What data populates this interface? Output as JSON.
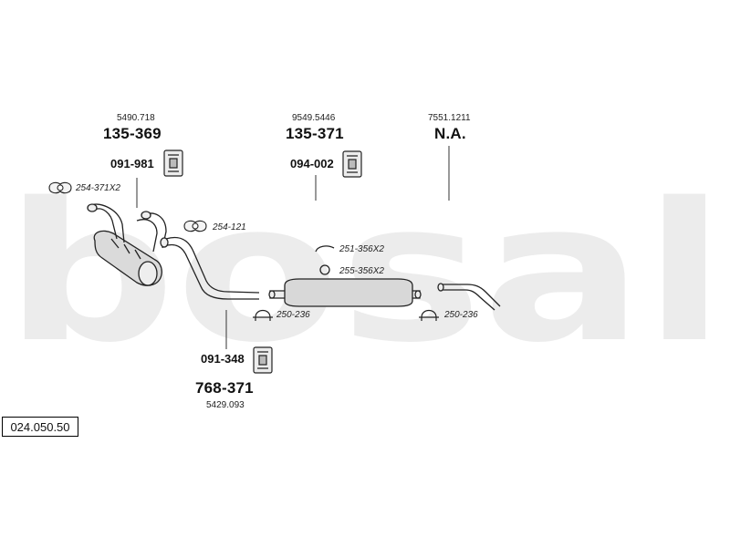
{
  "watermark": "bosal",
  "diagram_code": "024.050.50",
  "callouts": {
    "front": {
      "ref": "5490.718",
      "part": "135-369",
      "mount": "091-981"
    },
    "middle": {
      "ref": "9549.5446",
      "part": "135-371",
      "mount": "094-002"
    },
    "rear": {
      "ref": "7551.1211",
      "part": "N.A."
    },
    "bottom": {
      "mount": "091-348",
      "part": "768-371",
      "ref": "5429.093"
    }
  },
  "small_parts": {
    "gasket_front": "254-371X2",
    "gasket_pipe": "254-121",
    "clamp_ring": "251-356X2",
    "seal_ring": "255-356X2",
    "clamp_mid": "250-236",
    "clamp_rear": "250-236"
  },
  "colors": {
    "watermark": "#e9e9e9",
    "line": "#222222",
    "part_fill": "#dadada"
  }
}
